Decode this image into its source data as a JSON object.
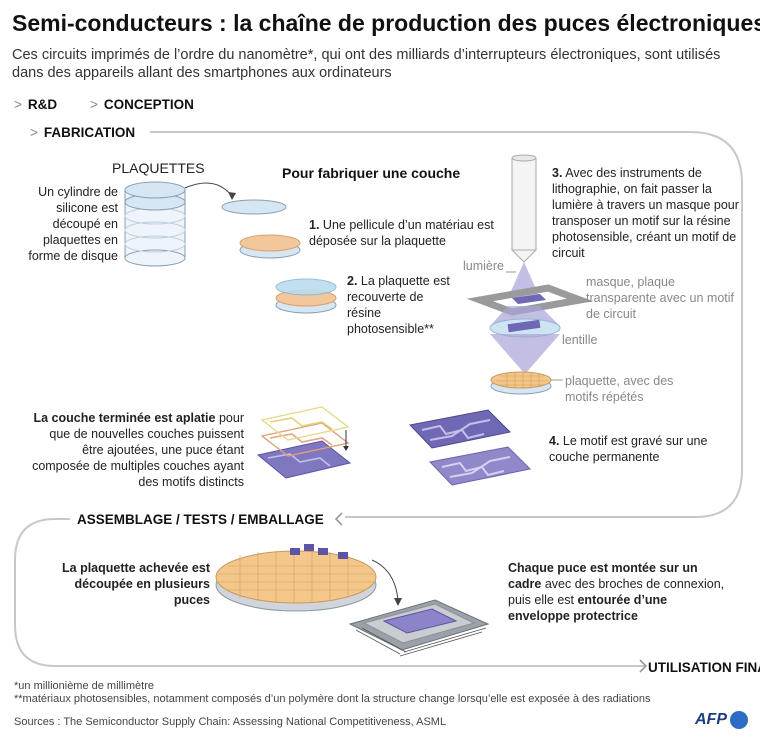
{
  "header": {
    "title": "Semi-conducteurs : la chaîne de production des puces électroniques",
    "subtitle": "Ces circuits imprimés de l’ordre du nanomètre*, qui ont des milliards d’interrupteurs électroniques, sont utilisés dans des appareils allant des smartphones aux ordinateurs"
  },
  "stages": {
    "rd": "R&D",
    "conception": "CONCEPTION",
    "fabrication": "FABRICATION",
    "assemblage": "ASSEMBLAGE / TESTS / EMBALLAGE",
    "utilisation": "UTILISATION FINALE"
  },
  "fabrication": {
    "plaquettes_title": "PLAQUETTES",
    "plaquettes_desc": "Un cylindre de silicone est découpé en plaquettes en forme de disque",
    "couche_title": "Pour fabriquer une couche",
    "step1_num": "1.",
    "step1": "Une pellicule d’un matériau est déposée sur la plaquette",
    "step2_num": "2.",
    "step2": "La plaquette est recouverte de résine photosensible**",
    "step3_num": "3.",
    "step3": "Avec des instruments de lithographie, on fait passer la lumière à travers un masque pour transposer un motif sur la résine photosensible, créant un motif de circuit",
    "step4_num": "4.",
    "step4": "Le motif est gravé sur une couche permanente",
    "lumiere": "lumière",
    "masque": "masque, plaque transparente avec un motif de circuit",
    "lentille": "lentille",
    "plaquette_motifs": "plaquette, avec des motifs répétés",
    "aplatie_bold": "La couche terminée est aplatie",
    "aplatie_rest": "pour que de nouvelles couches puissent être ajoutées, une puce étant composée de multiples couches ayant des motifs distincts"
  },
  "assemblage": {
    "decoupee": "La plaquette achevée est découpée en plusieurs puces",
    "montee_bold1": "Chaque puce est montée sur un cadre",
    "montee_mid": " avec des broches de connexion, puis elle est ",
    "montee_bold2": "entourée d’une enveloppe protectrice"
  },
  "footnotes": {
    "note1": "*un millionième de millimètre",
    "note2": "**matériaux photosensibles, notamment composés d’un polymère dont la structure change lorsqu’elle est exposée à des radiations",
    "sources": "Sources : The Semiconductor Supply Chain: Assessing National Competitiveness, ASML",
    "logo": "AFP"
  },
  "colors": {
    "wafer_blue": "#d6e6f2",
    "film_orange": "#f1c79b",
    "resin_blue": "#bcdcef",
    "light_purple": "#a9a2d9",
    "circuit_purple": "#6f68b5",
    "wafer_gold": "#f3c68a",
    "flow_line": "#c8c8c8"
  }
}
